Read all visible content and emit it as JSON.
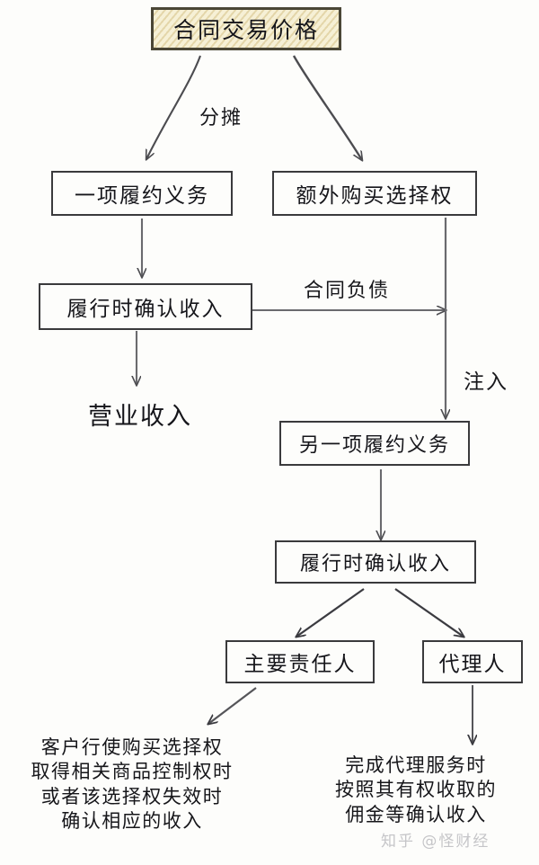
{
  "diagram": {
    "title_node": {
      "label": "合同交易价格",
      "fill": "#f2ead0",
      "border": "#4a4636"
    },
    "nodes": [
      {
        "id": "obligation-one",
        "label": "一项履约义务",
        "boxed": true
      },
      {
        "id": "extra-purchase-option",
        "label": "额外购买选择权",
        "boxed": true
      },
      {
        "id": "recognize-revenue-left",
        "label": "履行时确认收入",
        "boxed": true
      },
      {
        "id": "operating-revenue",
        "label": "营业收入",
        "boxed": false
      },
      {
        "id": "obligation-another",
        "label": "另一项履约义务",
        "boxed": true
      },
      {
        "id": "recognize-revenue-right",
        "label": "履行时确认收入",
        "boxed": true
      },
      {
        "id": "principal",
        "label": "主要责任人",
        "boxed": true
      },
      {
        "id": "agent",
        "label": "代理人",
        "boxed": true
      }
    ],
    "edge_labels": [
      {
        "id": "allocate",
        "label": "分摊"
      },
      {
        "id": "contract-liability",
        "label": "合同负债"
      },
      {
        "id": "inject",
        "label": "注入"
      }
    ],
    "note_principal": {
      "lines": [
        "客户行使购买选择权",
        "取得相关商品控制权时",
        "或者该选择权失效时",
        "确认相应的收入"
      ]
    },
    "note_agent": {
      "lines": [
        "完成代理服务时",
        "按照其有权收取的",
        "佣金等确认收入"
      ]
    },
    "watermark": {
      "text": "知乎 @怪财经"
    },
    "colors": {
      "background": "#fdfdfb",
      "ink": "#16161a",
      "stroke": "#4c4c50",
      "box_border": "#3a3a3c"
    }
  }
}
